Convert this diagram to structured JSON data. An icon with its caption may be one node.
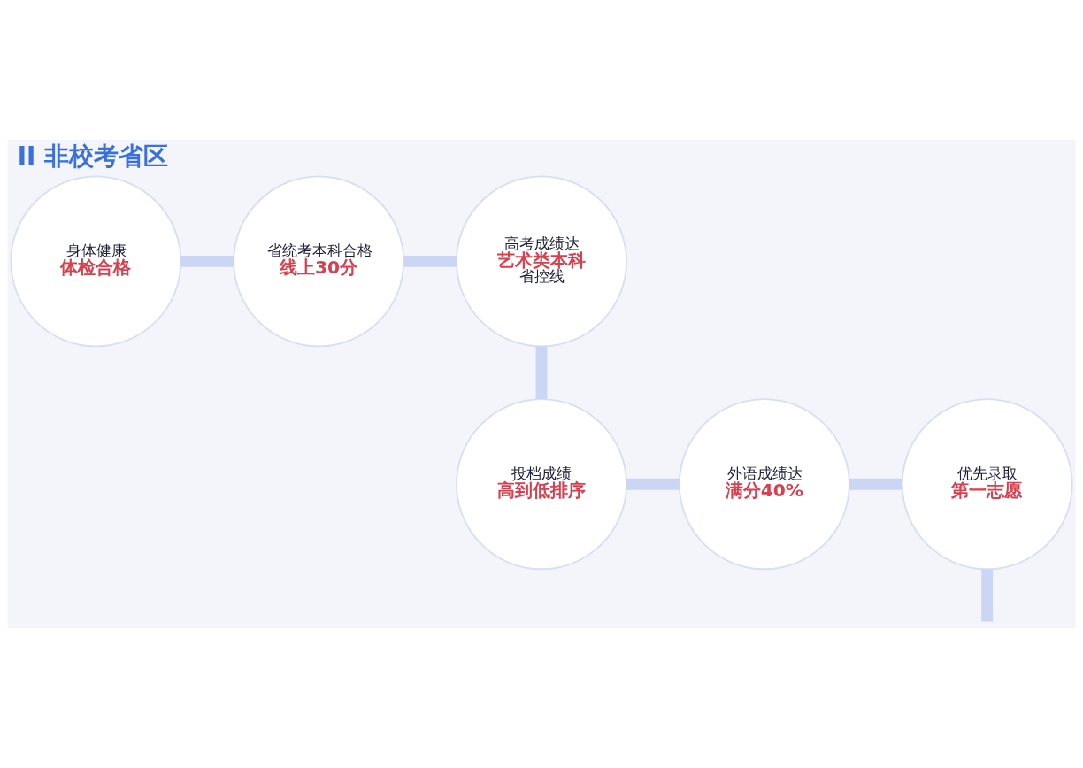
{
  "diagram": {
    "title": "II 非校考省区",
    "nodes": [
      {
        "text": [
          "身体健康",
          "体检合格"
        ]
      },
      {
        "text": [
          "省统考本科合格",
          "线上30分"
        ]
      },
      {
        "text": [
          "高考成绩达",
          "艺术类本科",
          "省控线"
        ]
      },
      {
        "text": [
          "优先录取",
          "第一志愿"
        ]
      },
      {
        "text": [
          "外语成绩达",
          "满分40%"
        ]
      },
      {
        "text": [
          "投档成绩",
          "高到低排序"
        ]
      }
    ],
    "edges": [
      {
        "from": 0,
        "to": 1,
        "arrow": "none"
      },
      {
        "from": 1,
        "to": 2,
        "arrow": "none"
      },
      {
        "from": 2,
        "to": 5,
        "arrow": "none"
      },
      {
        "from": 5,
        "to": 4,
        "arrow": "none"
      },
      {
        "from": 4,
        "to": 3,
        "arrow": "none"
      },
      {
        "from": 3,
        "to": null,
        "arrow": "none"
      }
    ]
  }
}
